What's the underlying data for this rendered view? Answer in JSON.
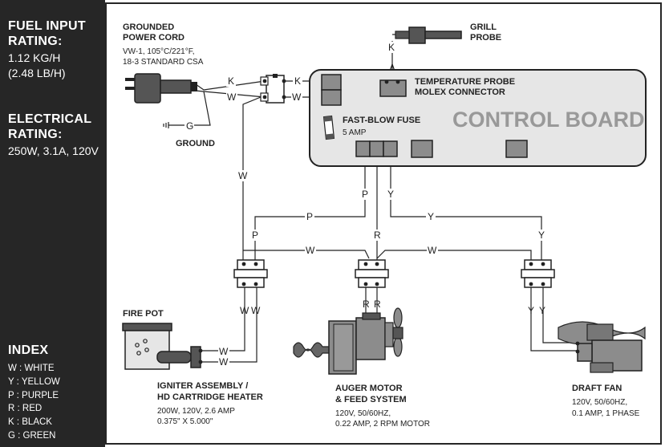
{
  "sidebar": {
    "fuel_title_1": "FUEL INPUT",
    "fuel_title_2": "RATING:",
    "fuel_value_1": "1.12 KG/H",
    "fuel_value_2": "(2.48 LB/H)",
    "elec_title_1": "ELECTRICAL",
    "elec_title_2": "RATING:",
    "elec_value": "250W, 3.1A, 120V",
    "index_title": "INDEX",
    "index_items": [
      "W : WHITE",
      "Y : YELLOW",
      "P : PURPLE",
      "R : RED",
      "K : BLACK",
      "G : GREEN"
    ]
  },
  "labels": {
    "power_cord_1": "GROUNDED",
    "power_cord_2": "POWER CORD",
    "power_cord_spec_1": "VW-1, 105°C/221°F,",
    "power_cord_spec_2": "18-3 STANDARD CSA",
    "ground": "GROUND",
    "grill_probe_1": "GRILL",
    "grill_probe_2": "PROBE",
    "temp_probe_1": "TEMPERATURE PROBE",
    "temp_probe_2": "MOLEX CONNECTOR",
    "fuse": "FAST-BLOW FUSE",
    "fuse_rating": "5 AMP",
    "control_board": "CONTROL BOARD",
    "fire_pot": "FIRE POT",
    "igniter_1": "IGNITER ASSEMBLY /",
    "igniter_2": "HD CARTRIDGE HEATER",
    "igniter_spec_1": "200W, 120V, 2.6 AMP",
    "igniter_spec_2": "0.375\" X 5.000\"",
    "auger_1": "AUGER MOTOR",
    "auger_2": "& FEED SYSTEM",
    "auger_spec_1": "120V, 50/60HZ,",
    "auger_spec_2": "0.22 AMP, 2 RPM MOTOR",
    "fan": "DRAFT FAN",
    "fan_spec_1": "120V, 50/60HZ,",
    "fan_spec_2": "0.1 AMP, 1 PHASE"
  },
  "wires": {
    "black": "K",
    "white": "W",
    "green": "G",
    "purple": "P",
    "red": "R",
    "yellow": "Y"
  }
}
